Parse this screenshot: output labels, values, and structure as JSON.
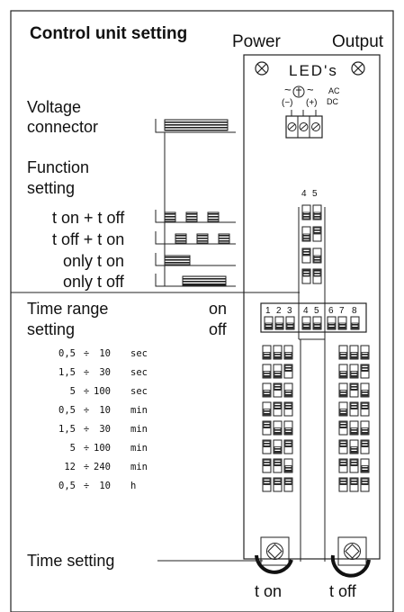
{
  "title": "Control unit setting",
  "power_label": "Power",
  "output_label": "Output",
  "leds_label": "LED's",
  "supply": {
    "ac_dc_top": "~",
    "minus": "(−)",
    "plus": "(+)",
    "ac": "AC",
    "dc": "DC"
  },
  "voltage_label_1": "Voltage",
  "voltage_label_2": "connector",
  "function_label_1": "Function",
  "function_label_2": "setting",
  "function_dip_numbers": [
    "4",
    "5"
  ],
  "function_modes": [
    {
      "label": "t on + t off",
      "dip": [
        0,
        0
      ]
    },
    {
      "label": "t off + t on",
      "dip": [
        0,
        1
      ]
    },
    {
      "label": "only t on",
      "dip": [
        1,
        0
      ]
    },
    {
      "label": "only t off",
      "dip": [
        1,
        1
      ]
    }
  ],
  "time_range_label_1": "Time range",
  "time_range_label_2": "setting",
  "on_label": "on",
  "off_label": "off",
  "dip_numbers": [
    "1",
    "2",
    "3",
    "4",
    "5",
    "6",
    "7",
    "8"
  ],
  "time_ranges": [
    {
      "from": "0,5",
      "sep": "÷",
      "to": "10",
      "unit": "sec"
    },
    {
      "from": "1,5",
      "sep": "÷",
      "to": "30",
      "unit": "sec"
    },
    {
      "from": "5",
      "sep": "÷",
      "to": "100",
      "unit": "sec"
    },
    {
      "from": "0,5",
      "sep": "÷",
      "to": "10",
      "unit": "min"
    },
    {
      "from": "1,5",
      "sep": "÷",
      "to": "30",
      "unit": "min"
    },
    {
      "from": "5",
      "sep": "÷",
      "to": "100",
      "unit": "min"
    },
    {
      "from": "12",
      "sep": "÷",
      "to": "240",
      "unit": "min"
    },
    {
      "from": "0,5",
      "sep": "÷",
      "to": "10",
      "unit": "h"
    }
  ],
  "time_range_dips": [
    [
      0,
      0,
      0
    ],
    [
      0,
      0,
      1
    ],
    [
      0,
      1,
      0
    ],
    [
      0,
      1,
      1
    ],
    [
      1,
      0,
      0
    ],
    [
      1,
      0,
      1
    ],
    [
      1,
      1,
      0
    ],
    [
      1,
      1,
      1
    ]
  ],
  "time_setting_label": "Time setting",
  "t_on_label": "t on",
  "t_off_label": "t off"
}
